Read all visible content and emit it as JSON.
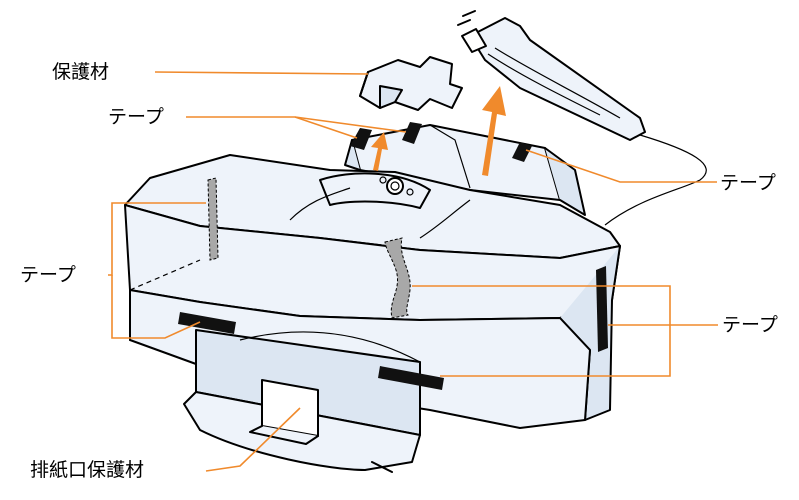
{
  "labels": {
    "protective_material": "保護材",
    "tape_top": "テープ",
    "tape_right_top": "テープ",
    "tape_left": "テープ",
    "tape_right": "テープ",
    "paper_exit_protective_material": "排紙口保護材"
  },
  "colors": {
    "callout_line": "#F08A2C",
    "arrow": "#F08A2C",
    "tape": "#111111",
    "tape_marker": "#A8A8A8",
    "body_fill": "#EEF3FA",
    "body_shade": "#DCE6F2",
    "outline": "#000000"
  },
  "icons": {
    "power_cord": "power-cord-icon",
    "lift_arrow": "up-arrow-icon",
    "printer": "printer-illustration"
  }
}
